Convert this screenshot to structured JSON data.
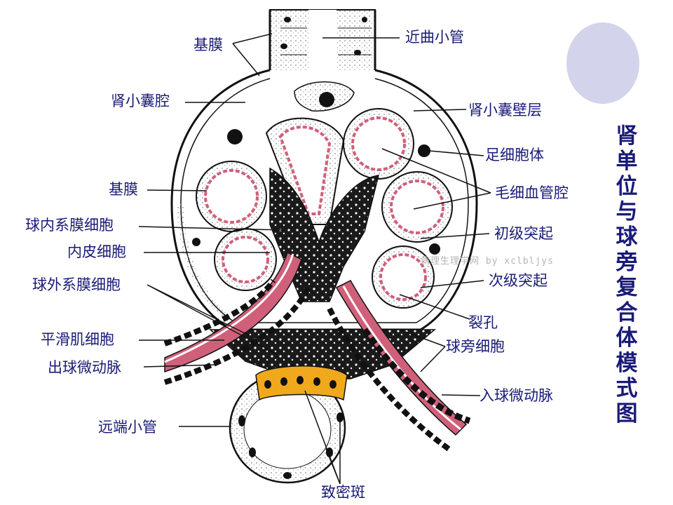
{
  "title": "肾单位与球旁复合体模式图",
  "watermark": "病理生理学网 by xclbljys",
  "labels": {
    "basement_membrane_top": "基膜",
    "capsule_cavity": "肾小囊腔",
    "basement_membrane_left": "基膜",
    "intraglomerular_mesangial": "球内系膜细胞",
    "endothelial_cell": "内皮细胞",
    "extraglomerular_mesangial": "球外系膜细胞",
    "smooth_muscle": "平滑肌细胞",
    "efferent_arteriole": "出球微动脉",
    "distal_tubule": "远端小管",
    "proximal_tubule": "近曲小管",
    "capsule_parietal": "肾小囊壁层",
    "podocyte_body": "足细胞体",
    "capillary_lumen": "毛细血管腔",
    "primary_process": "初级突起",
    "secondary_process": "次级突起",
    "slit_pore": "裂孔",
    "juxtaglomerular_cell": "球旁细胞",
    "afferent_arteriole": "入球微动脉",
    "macula_densa": "致密斑"
  },
  "colors": {
    "label_text": "#1a1a78",
    "vessel_red": "#d0607a",
    "macula_densa": "#f0a81c",
    "deco_circle": "#d3d3ec",
    "ink": "#111111"
  }
}
